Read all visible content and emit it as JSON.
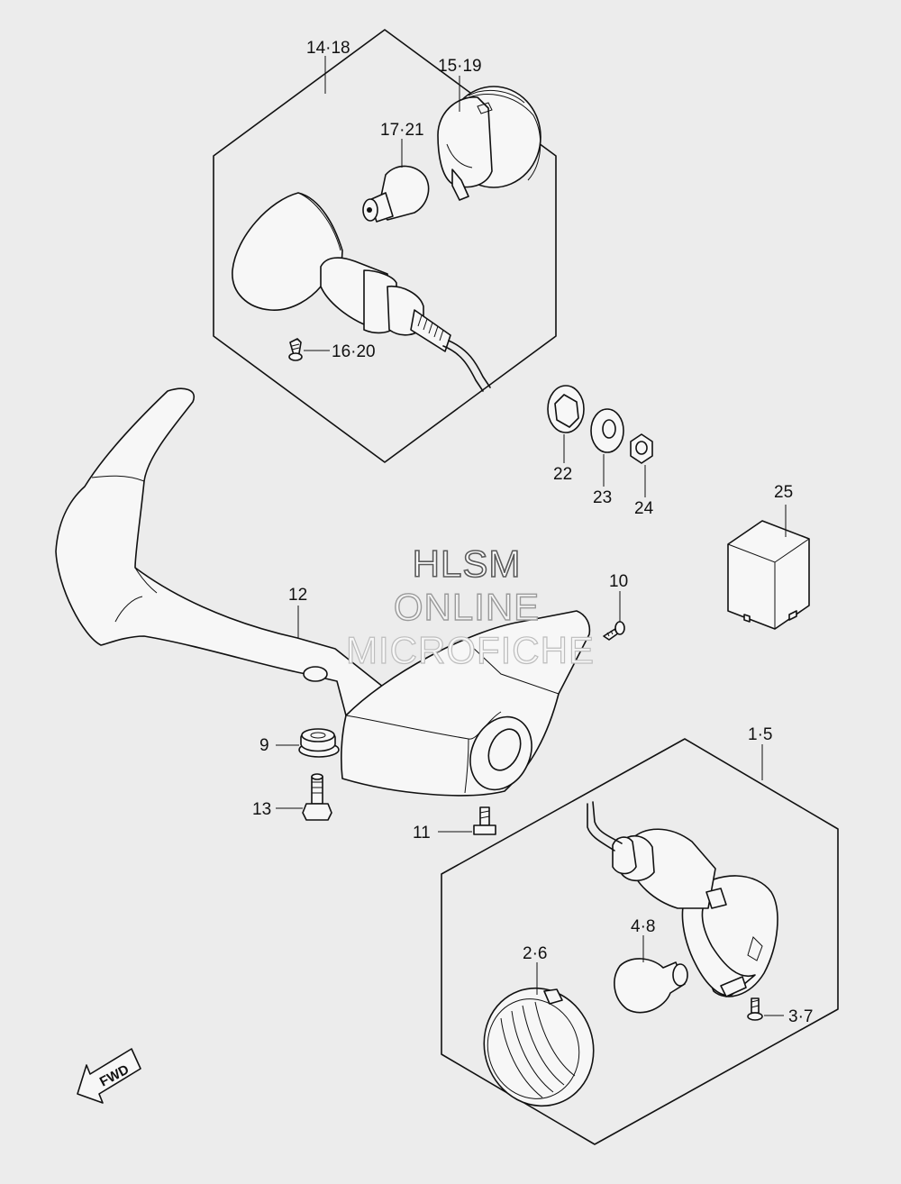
{
  "watermark": {
    "line1": "HLSM",
    "line2": "ONLINE",
    "line3": "MICROFICHE"
  },
  "fwd_label": "FWD",
  "labels": {
    "p14_18": "14·18",
    "p15_19": "15·19",
    "p17_21": "17·21",
    "p16_20": "16·20",
    "p22": "22",
    "p23": "23",
    "p24": "24",
    "p25": "25",
    "p12": "12",
    "p10": "10",
    "p9": "9",
    "p13": "13",
    "p11": "11",
    "p1_5": "1·5",
    "p4_8": "4·8",
    "p2_6": "2·6",
    "p3_7": "3·7"
  },
  "icons": {
    "fwd_arrow": "fwd-arrow-icon"
  }
}
